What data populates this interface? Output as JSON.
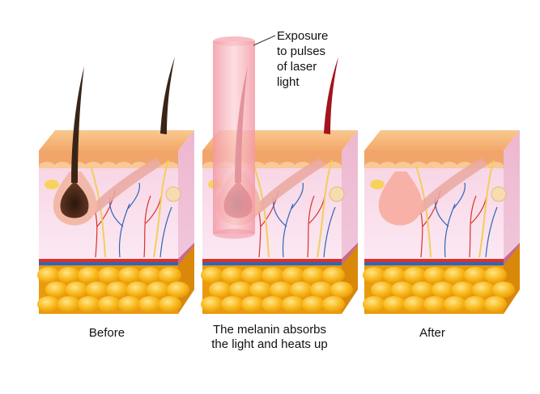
{
  "panels": [
    {
      "id": "before",
      "label": "Before"
    },
    {
      "id": "during",
      "label_lines": [
        "The melanin absorbs",
        "the light and heats up"
      ]
    },
    {
      "id": "after",
      "label": "After"
    }
  ],
  "callout": {
    "lines": [
      "Exposure",
      "to pulses",
      "of laser",
      "light"
    ]
  },
  "colors": {
    "skin_top": "#f5b880",
    "dermis": "#f6dcec",
    "fat": "#f7b418",
    "hair_dark": "#3a2417",
    "hair_heated": "#a4141c",
    "laser": "#f4a6ae",
    "artery": "#d9322b",
    "vein": "#2f66b8"
  }
}
